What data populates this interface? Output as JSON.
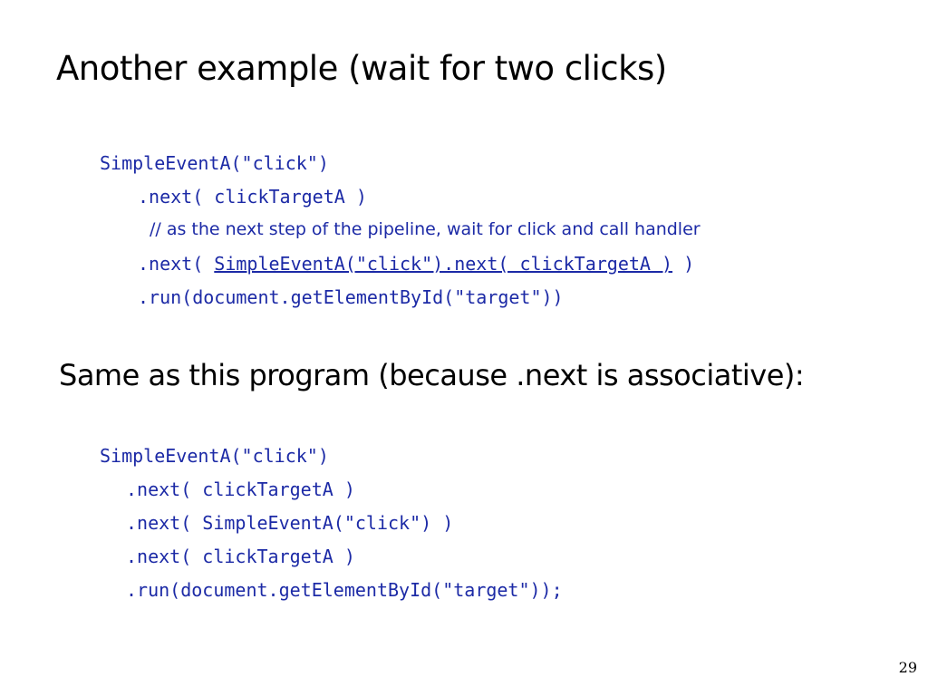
{
  "slide": {
    "title": "Another example (wait for two clicks)",
    "subtitle": "Same as this program (because .next is associative):",
    "page_number": "29"
  },
  "code_block_1": {
    "line1": "SimpleEventA(\"click\")",
    "line2": ".next( clickTargetA )",
    "comment": "// as the next step of the pipeline, wait for click and call handler",
    "line4_prefix": ".next( ",
    "line4_underlined": "SimpleEventA(\"click\").next( clickTargetA )",
    "line4_suffix": " )",
    "line5": ".run(document.getElementById(\"target\"))"
  },
  "code_block_2": {
    "line1": "SimpleEventA(\"click\")",
    "line2": ".next( clickTargetA )",
    "line3": ".next( SimpleEventA(\"click\") )",
    "line4": ".next( clickTargetA )",
    "line5": ".run(document.getElementById(\"target\"));"
  },
  "colors": {
    "code_text": "#1c2aa6",
    "body_text": "#000000",
    "background": "#ffffff"
  }
}
